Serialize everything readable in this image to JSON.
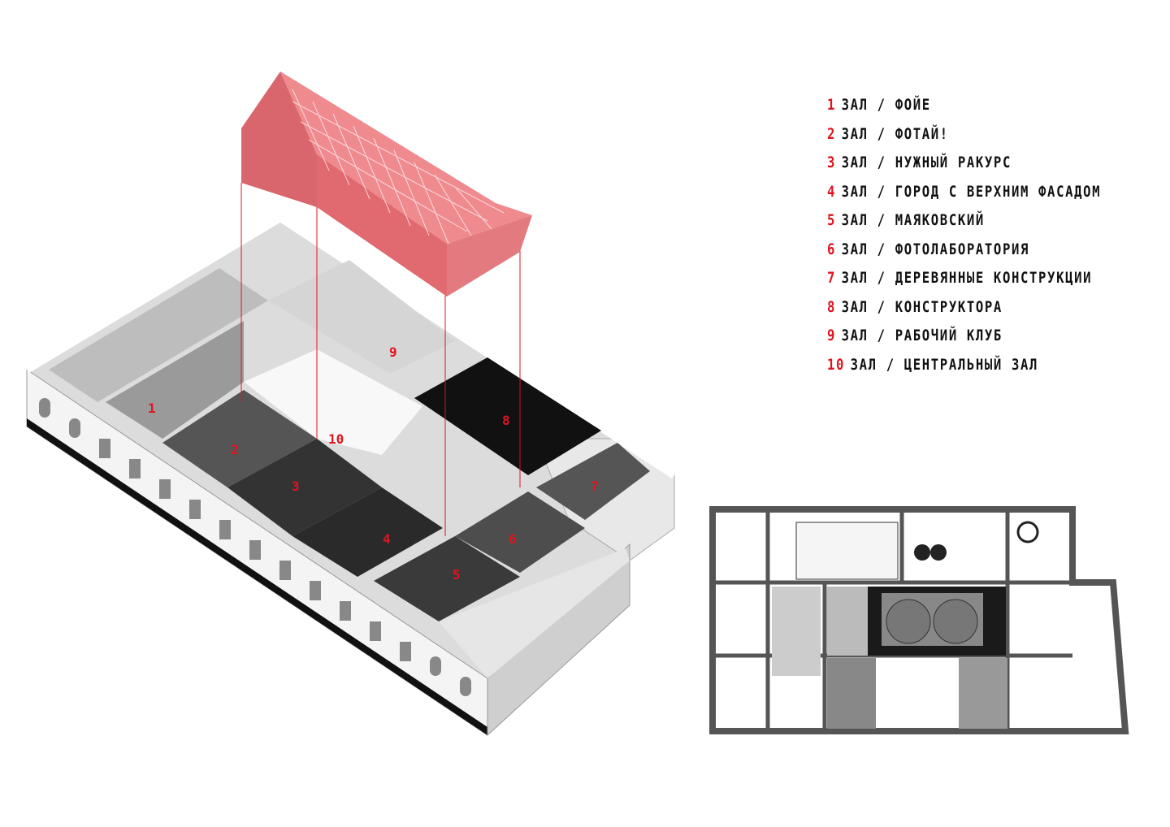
{
  "colors": {
    "accent": "#e0141e",
    "roof": "#ec7b80",
    "wall": "#f2f2f2"
  },
  "legend": [
    {
      "num": "1",
      "text": "ЗАЛ / ФОЙЕ"
    },
    {
      "num": "2",
      "text": "ЗАЛ / ФОТАЙ!"
    },
    {
      "num": "3",
      "text": "ЗАЛ / НУЖНЫЙ РАКУРС"
    },
    {
      "num": "4",
      "text": "ЗАЛ / ГОРОД С ВЕРХНИМ ФАСАДОМ"
    },
    {
      "num": "5",
      "text": "ЗАЛ / МАЯКОВСКИЙ"
    },
    {
      "num": "6",
      "text": "ЗАЛ / ФОТОЛАБОРАТОРИЯ"
    },
    {
      "num": "7",
      "text": "ЗАЛ / ДЕРЕВЯННЫЕ КОНСТРУКЦИИ"
    },
    {
      "num": "8",
      "text": "ЗАЛ / КОНСТРУКТОРА"
    },
    {
      "num": "9",
      "text": "ЗАЛ / РАБОЧИЙ КЛУБ"
    },
    {
      "num": "10",
      "text": "ЗАЛ / ЦЕНТРАЛЬНЫЙ ЗАЛ"
    }
  ],
  "room_labels": [
    "1",
    "2",
    "3",
    "4",
    "5",
    "6",
    "7",
    "8",
    "9",
    "10"
  ]
}
